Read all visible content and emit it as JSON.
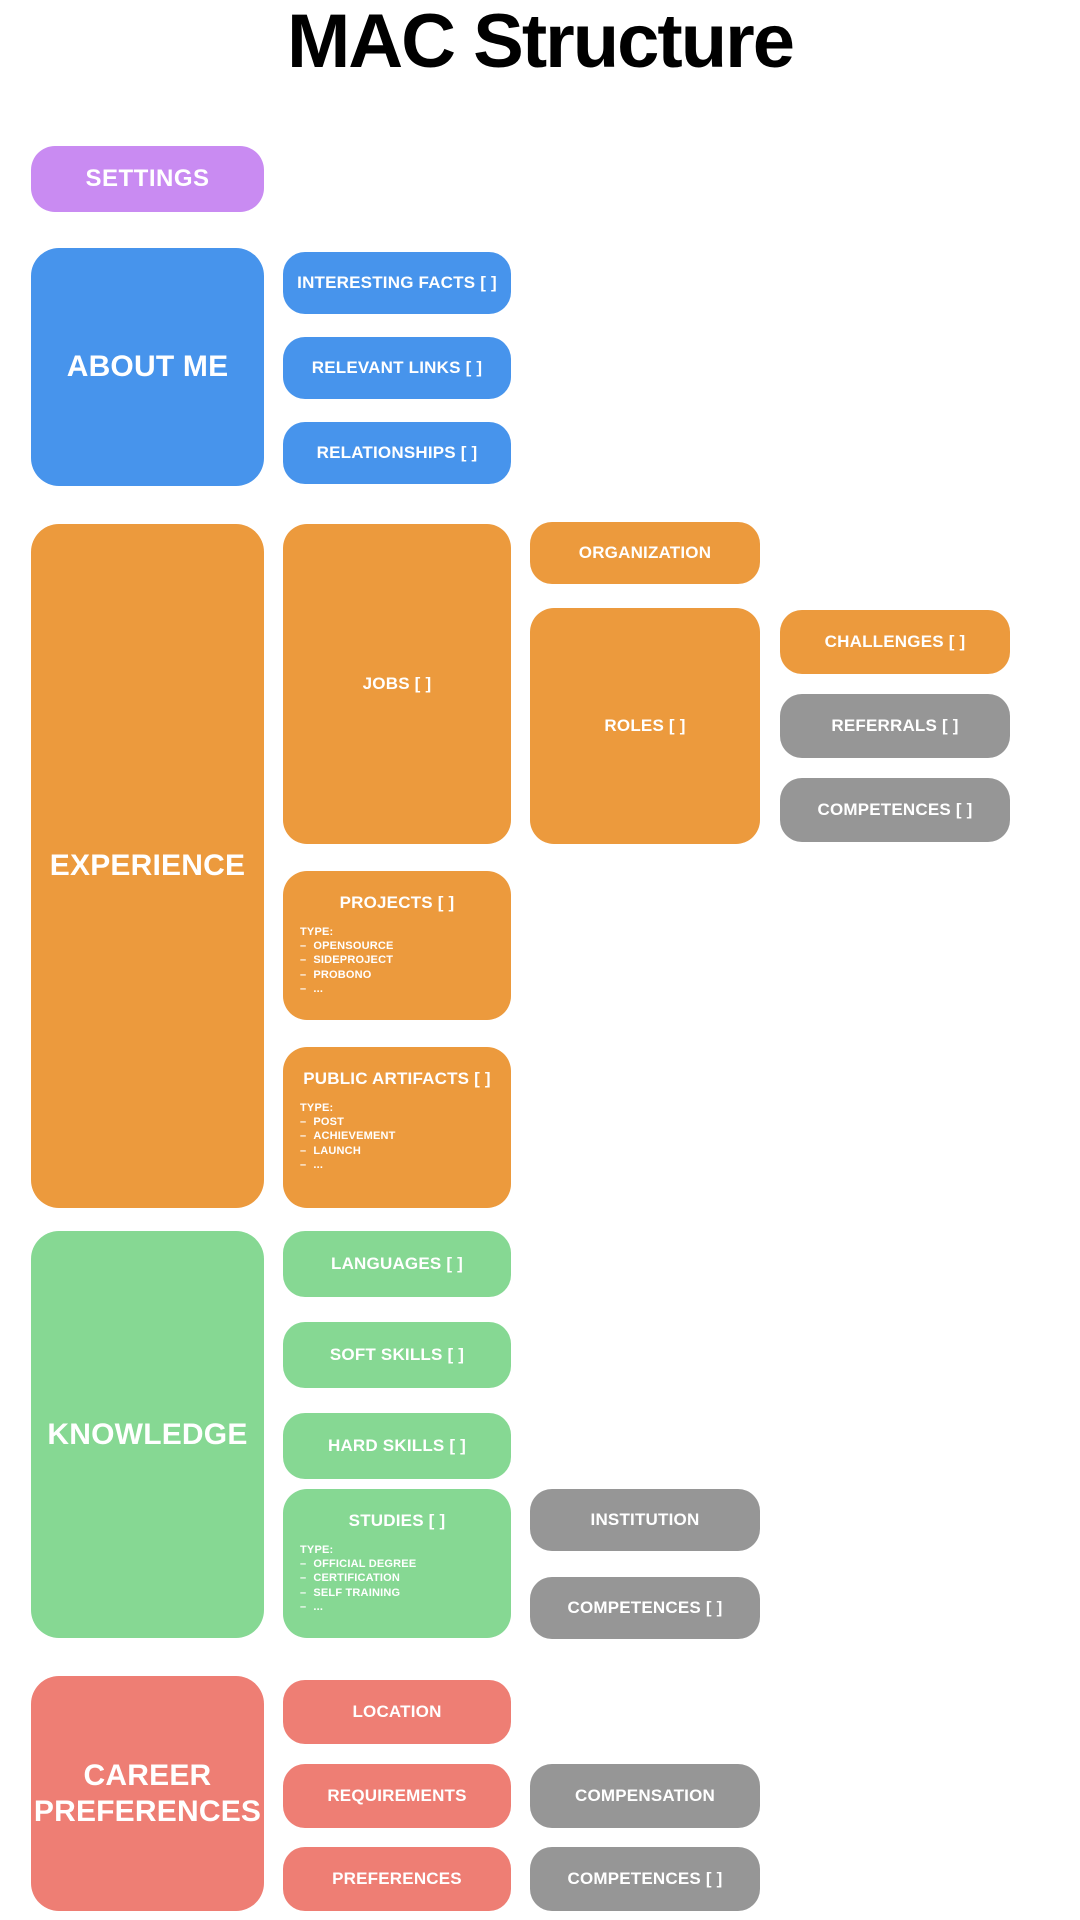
{
  "title": "MAC Structure",
  "dash": "–",
  "colors": {
    "purple": "#C98BF2",
    "blue": "#4794EC",
    "orange": "#EC9A3D",
    "green": "#86D893",
    "red": "#EE7E74",
    "gray": "#969696",
    "label_text": "#FFFFFF",
    "title_text": "#000000",
    "background": "#FFFFFF"
  },
  "settings": {
    "label": "SETTINGS"
  },
  "about": {
    "label": "ABOUT ME",
    "items": [
      {
        "label": "INTERESTING FACTS [ ]"
      },
      {
        "label": "RELEVANT LINKS [ ]"
      },
      {
        "label": "RELATIONSHIPS [ ]"
      }
    ]
  },
  "experience": {
    "label": "EXPERIENCE",
    "jobs": {
      "label": "JOBS [ ]"
    },
    "projects": {
      "label": "PROJECTS [ ]",
      "type_heading": "TYPE:",
      "types": [
        "OPENSOURCE",
        "SIDEPROJECT",
        "PROBONO",
        "..."
      ]
    },
    "public_artifacts": {
      "label": "PUBLIC ARTIFACTS [ ]",
      "type_heading": "TYPE:",
      "types": [
        "POST",
        "ACHIEVEMENT",
        "LAUNCH",
        "..."
      ]
    },
    "organization": {
      "label": "ORGANIZATION"
    },
    "roles": {
      "label": "ROLES [ ]"
    },
    "challenges": {
      "label": "CHALLENGES [ ]"
    },
    "referrals": {
      "label": "REFERRALS [ ]"
    },
    "competences": {
      "label": "COMPETENCES [ ]"
    }
  },
  "knowledge": {
    "label": "KNOWLEDGE",
    "languages": {
      "label": "LANGUAGES [ ]"
    },
    "soft_skills": {
      "label": "SOFT SKILLS [ ]"
    },
    "hard_skills": {
      "label": "HARD SKILLS [ ]"
    },
    "studies": {
      "label": "STUDIES [ ]",
      "type_heading": "TYPE:",
      "types": [
        "OFFICIAL DEGREE",
        "CERTIFICATION",
        "SELF TRAINING",
        "..."
      ]
    },
    "institution": {
      "label": "INSTITUTION"
    },
    "competences": {
      "label": "COMPETENCES [ ]"
    }
  },
  "career": {
    "label": "CAREER PREFERENCES",
    "location": {
      "label": "LOCATION"
    },
    "requirements": {
      "label": "REQUIREMENTS"
    },
    "preferences": {
      "label": "PREFERENCES"
    },
    "compensation": {
      "label": "COMPENSATION"
    },
    "competences": {
      "label": "COMPETENCES [ ]"
    }
  }
}
